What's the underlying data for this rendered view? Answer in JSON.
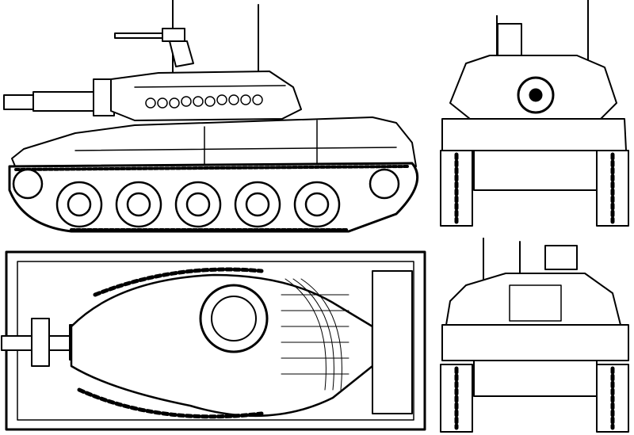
{
  "drawing": {
    "views": [
      {
        "id": "side",
        "icon": "tank-side-view-icon"
      },
      {
        "id": "front",
        "icon": "tank-front-view-icon"
      },
      {
        "id": "top",
        "icon": "tank-top-view-icon"
      },
      {
        "id": "rear",
        "icon": "tank-rear-view-icon"
      }
    ],
    "colors": {
      "ink": "#000000",
      "paper": "#ffffff"
    },
    "road_wheels_per_side": 5
  }
}
